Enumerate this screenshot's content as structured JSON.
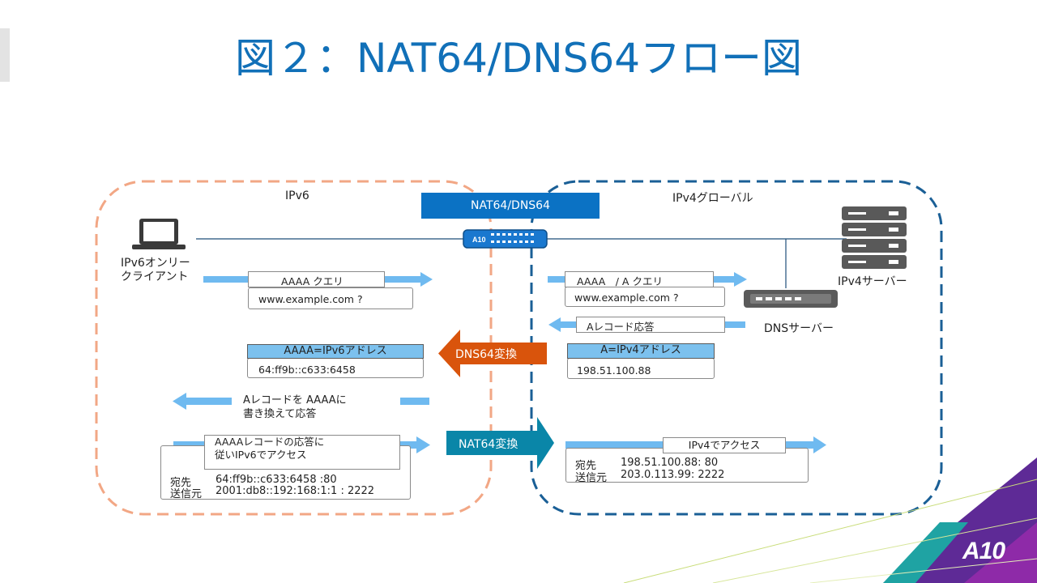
{
  "slide": {
    "title": "図２：NAT64/DNS64フロー図"
  },
  "zones": {
    "ipv6_label": "IPv6",
    "ipv4_label": "IPv4グローバル"
  },
  "gateway": {
    "label": "NAT64/DNS64"
  },
  "client": {
    "label_line1": "IPv6オンリー",
    "label_line2": "クライアント"
  },
  "server": {
    "label": "IPv4サーバー"
  },
  "dns_server": {
    "label": "DNSサーバー"
  },
  "left_query": {
    "label": "AAAA クエリ",
    "domain": "www.example.com ?"
  },
  "right_query": {
    "label": "AAAA　/ A クエリ",
    "domain": "www.example.com ?"
  },
  "a_record_response": {
    "label": "Aレコード応答"
  },
  "dns64": {
    "label": "DNS64変換"
  },
  "aaaa_result": {
    "header": "AAAA=IPv6アドレス",
    "value": "64:ff9b::c633:6458"
  },
  "a_result": {
    "header": "A=IPv4アドレス",
    "value": "198.51.100.88"
  },
  "rewrite": {
    "line1": "Aレコードを AAAAに",
    "line2": "書き換えて応答"
  },
  "ipv6_access": {
    "line1": "AAAAレコードの応答に",
    "line2": "従いIPv6でアクセス",
    "dst_label": "宛先",
    "dst_value": "64:ff9b::c633:6458 :80",
    "src_label": "送信元",
    "src_value": "2001:db8::192:168:1:1 : 2222"
  },
  "nat64": {
    "label": "NAT64変換"
  },
  "ipv4_access": {
    "label": "IPv4でアクセス",
    "dst_label": "宛先",
    "dst_value": "198.51.100.88: 80",
    "src_label": "送信元",
    "src_value": "203.0.113.99: 2222"
  },
  "brand": {
    "logo_text": "A10"
  },
  "colors": {
    "title": "#1170b8",
    "ipv6_zone": "#f2a785",
    "ipv4_zone": "#1a5f96",
    "gateway": "#0b72c4",
    "flow_arrow": "#6fbaf0",
    "dns64": "#d9540c",
    "nat64": "#0a86a8"
  }
}
